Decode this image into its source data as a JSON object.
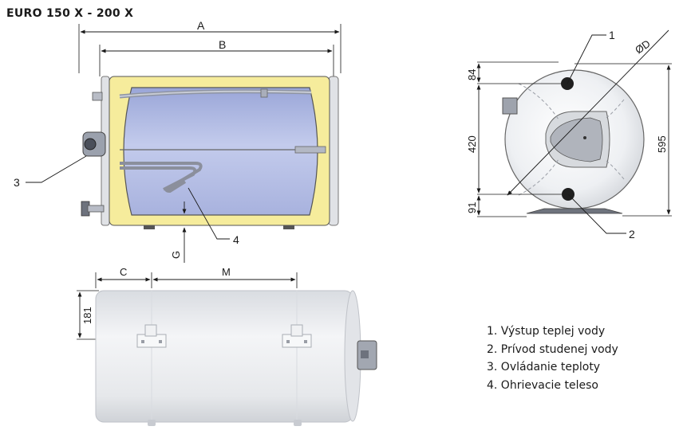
{
  "title": "EURO 150 X - 200 X",
  "dimensions": {
    "a": "A",
    "b": "B",
    "c": "C",
    "m": "M",
    "g": "G",
    "diameter": "ØD",
    "d84": "84",
    "d420": "420",
    "d91": "91",
    "d595": "595",
    "d181": "181"
  },
  "callouts": {
    "one": "1",
    "two": "2",
    "three": "3",
    "four": "4"
  },
  "legend": [
    "1.  Výstup teplej vody",
    "2.  Prívod studenej vody",
    "3.  Ovládanie teploty",
    "4.  Ohrievacie teleso"
  ],
  "colors": {
    "insulation": "#f6ec9c",
    "tank": "#b8c2e6",
    "casing": "#e9ebee",
    "line": "#1a1a1a"
  }
}
